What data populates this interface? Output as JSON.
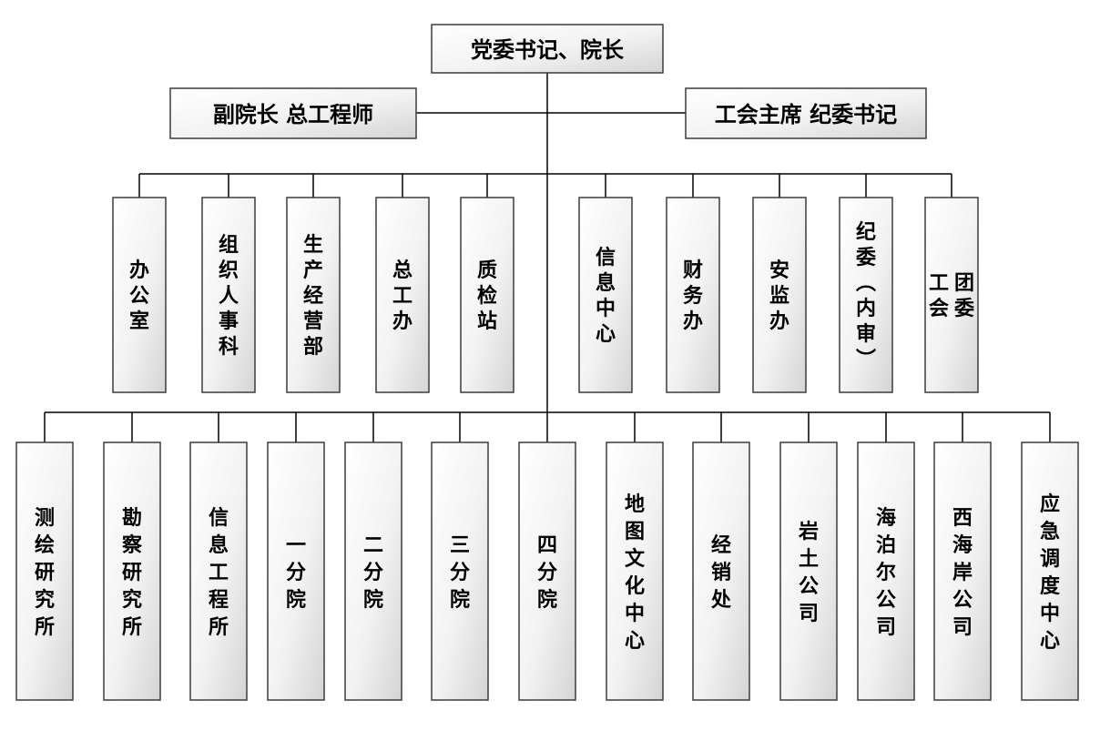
{
  "top": {
    "label": "党委书记、院长"
  },
  "deputies": {
    "left": {
      "label": "副院长 总工程师"
    },
    "right": {
      "label": "工会主席 纪委书记"
    }
  },
  "departments": [
    {
      "label": "办公室"
    },
    {
      "label": "组织人事科"
    },
    {
      "label": "生产经营部"
    },
    {
      "label": "总工办"
    },
    {
      "label": "质检站"
    },
    {
      "label": "信息中心"
    },
    {
      "label": "财务办"
    },
    {
      "label": "安监办"
    },
    {
      "label": "纪委（内审）"
    },
    {
      "label": "工会 团委"
    }
  ],
  "units": [
    {
      "label": "测绘研究所"
    },
    {
      "label": "勘察研究所"
    },
    {
      "label": "信息工程所"
    },
    {
      "label": "一分院"
    },
    {
      "label": "二分院"
    },
    {
      "label": "三分院"
    },
    {
      "label": "四分院"
    },
    {
      "label": "地图文化中心"
    },
    {
      "label": "经销处"
    },
    {
      "label": "岩土公司"
    },
    {
      "label": "海泊尔公司"
    },
    {
      "label": "西海岸公司"
    },
    {
      "label": "应急调度中心"
    }
  ]
}
